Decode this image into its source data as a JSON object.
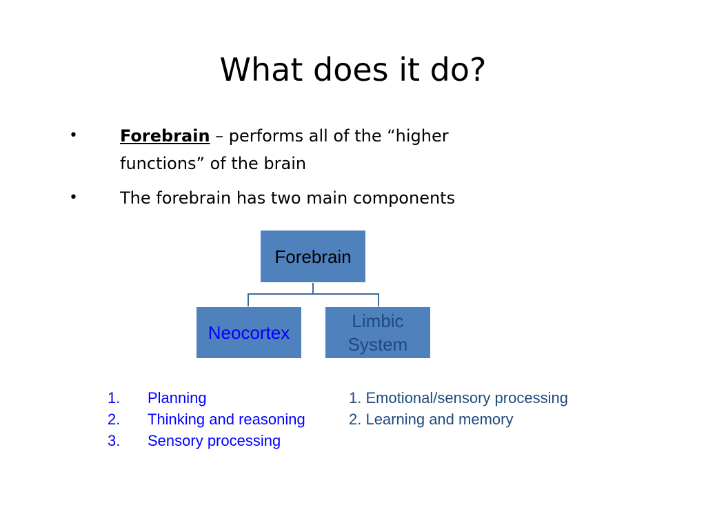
{
  "slide": {
    "title": "What does it do?"
  },
  "bullets": [
    {
      "keyword": "Forebrain",
      "text_line1": " – performs all of the “higher",
      "text_line2": "functions” of the brain"
    },
    {
      "text": "The forebrain has two main components"
    }
  ],
  "diagram": {
    "root": {
      "label": "Forebrain",
      "text_color": "#000000"
    },
    "children": [
      {
        "label": "Neocortex",
        "text_color": "#0000ff"
      },
      {
        "label_line1": "Limbic",
        "label_line2": "System",
        "text_color": "#1f497d"
      }
    ],
    "box_color": "#4f81bd",
    "connector_color": "#3d6a9e"
  },
  "neocortex_functions": {
    "color": "#0000ff",
    "items": [
      {
        "num": "1.",
        "text": "Planning"
      },
      {
        "num": "2.",
        "text": "Thinking and reasoning"
      },
      {
        "num": "3.",
        "text": "Sensory processing"
      }
    ]
  },
  "limbic_functions": {
    "color": "#1f497d",
    "items": [
      "1. Emotional/sensory processing",
      "2. Learning and memory"
    ]
  }
}
